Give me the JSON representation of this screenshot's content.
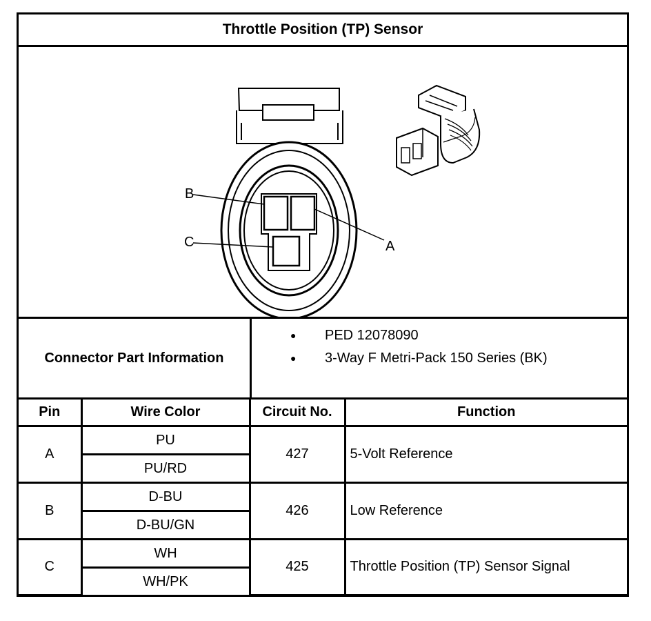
{
  "title": "Throttle Position (TP) Sensor",
  "diagram": {
    "pin_labels": [
      "A",
      "B",
      "C"
    ]
  },
  "connector_info": {
    "label": "Connector Part Information",
    "items": [
      "PED 12078090",
      "3-Way F Metri-Pack 150 Series (BK)"
    ]
  },
  "table": {
    "headers": [
      "Pin",
      "Wire Color",
      "Circuit No.",
      "Function"
    ],
    "rows": [
      {
        "pin": "A",
        "colors": [
          "PU",
          "PU/RD"
        ],
        "circuit": "427",
        "function": "5-Volt Reference"
      },
      {
        "pin": "B",
        "colors": [
          "D-BU",
          "D-BU/GN"
        ],
        "circuit": "426",
        "function": "Low Reference"
      },
      {
        "pin": "C",
        "colors": [
          "WH",
          "WH/PK"
        ],
        "circuit": "425",
        "function": "Throttle Position (TP) Sensor Signal"
      }
    ]
  }
}
